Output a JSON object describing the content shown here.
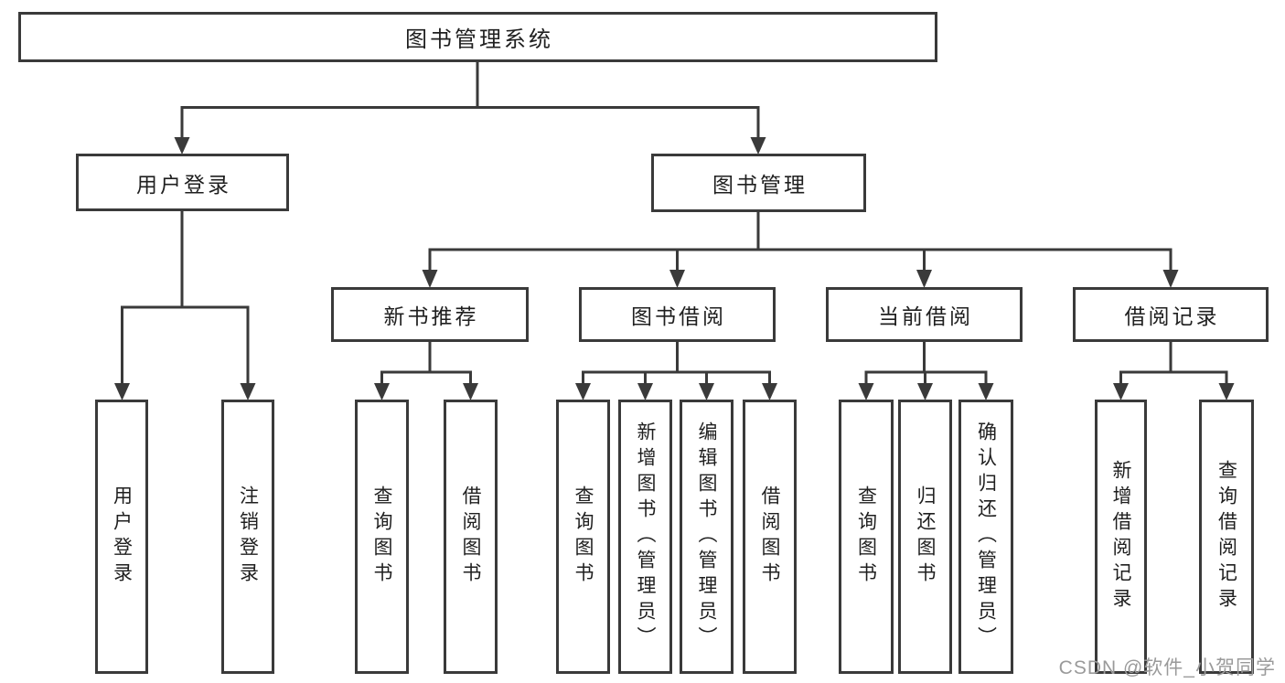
{
  "tree": {
    "root": {
      "label": "图书管理系统",
      "children": [
        {
          "label": "用户登录",
          "children": [
            {
              "label": "用户登录"
            },
            {
              "label": "注销登录"
            }
          ]
        },
        {
          "label": "图书管理",
          "children": [
            {
              "label": "新书推荐",
              "children": [
                {
                  "label": "查询图书"
                },
                {
                  "label": "借阅图书"
                }
              ]
            },
            {
              "label": "图书借阅",
              "children": [
                {
                  "label": "查询图书"
                },
                {
                  "label": "新增图书（管理员）"
                },
                {
                  "label": "编辑图书（管理员）"
                },
                {
                  "label": "借阅图书"
                }
              ]
            },
            {
              "label": "当前借阅",
              "children": [
                {
                  "label": "查询图书"
                },
                {
                  "label": "归还图书"
                },
                {
                  "label": "确认归还（管理员）"
                }
              ]
            },
            {
              "label": "借阅记录",
              "children": [
                {
                  "label": "新增借阅记录"
                },
                {
                  "label": "查询借阅记录"
                }
              ]
            }
          ]
        }
      ]
    }
  },
  "watermark": {
    "text": "CSDN @软件_小贺同学"
  },
  "colors": {
    "line": "#3a3a3a",
    "text": "#1f1f1f",
    "watermark": "#9a9a9a",
    "background": "#ffffff"
  }
}
